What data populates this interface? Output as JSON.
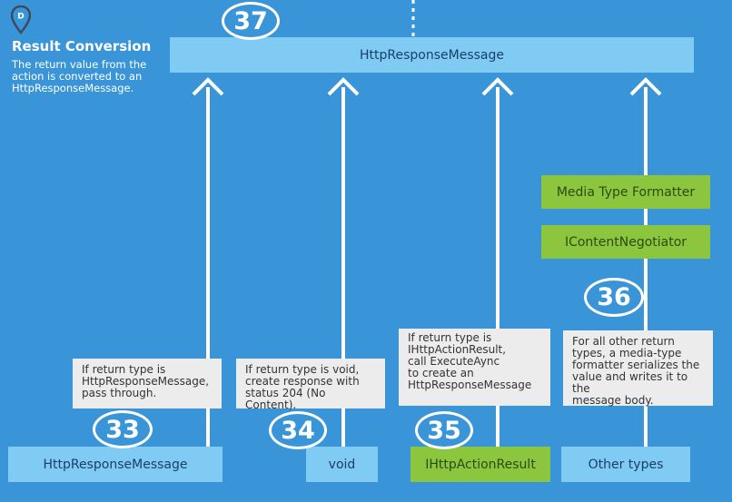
{
  "header": {
    "marker_letter": "D",
    "title": "Result Conversion",
    "description": "The return value from the\naction is converted to an\nHttpResponseMessage."
  },
  "top_box": {
    "label": "HttpResponseMessage",
    "badge": "37"
  },
  "side_boxes": [
    {
      "label": "Media Type Formatter"
    },
    {
      "label": "IContentNegotiator"
    }
  ],
  "columns": [
    {
      "label": "HttpResponseMessage",
      "badge": "33",
      "note": "If return type is\nHttpResponseMessage,\npass through."
    },
    {
      "label": "void",
      "badge": "34",
      "note": "If return type is void,\ncreate response with\nstatus 204 (No Content)."
    },
    {
      "label": "IHttpActionResult",
      "badge": "35",
      "note": "If return type is\nIHttpActionResult,\ncall ExecuteAync\nto create an\nHttpResponseMessage"
    },
    {
      "label": "Other types",
      "badge": "36",
      "note": "For all other return\ntypes, a media-type\nformatter serializes the\nvalue and writes it to the\nmessage body."
    }
  ],
  "colors": {
    "background": "#3a95d8",
    "light_box": "#7fcbf3",
    "green_box": "#8cc63f",
    "note_bg": "#ececec",
    "arrow": "#ffffff"
  }
}
